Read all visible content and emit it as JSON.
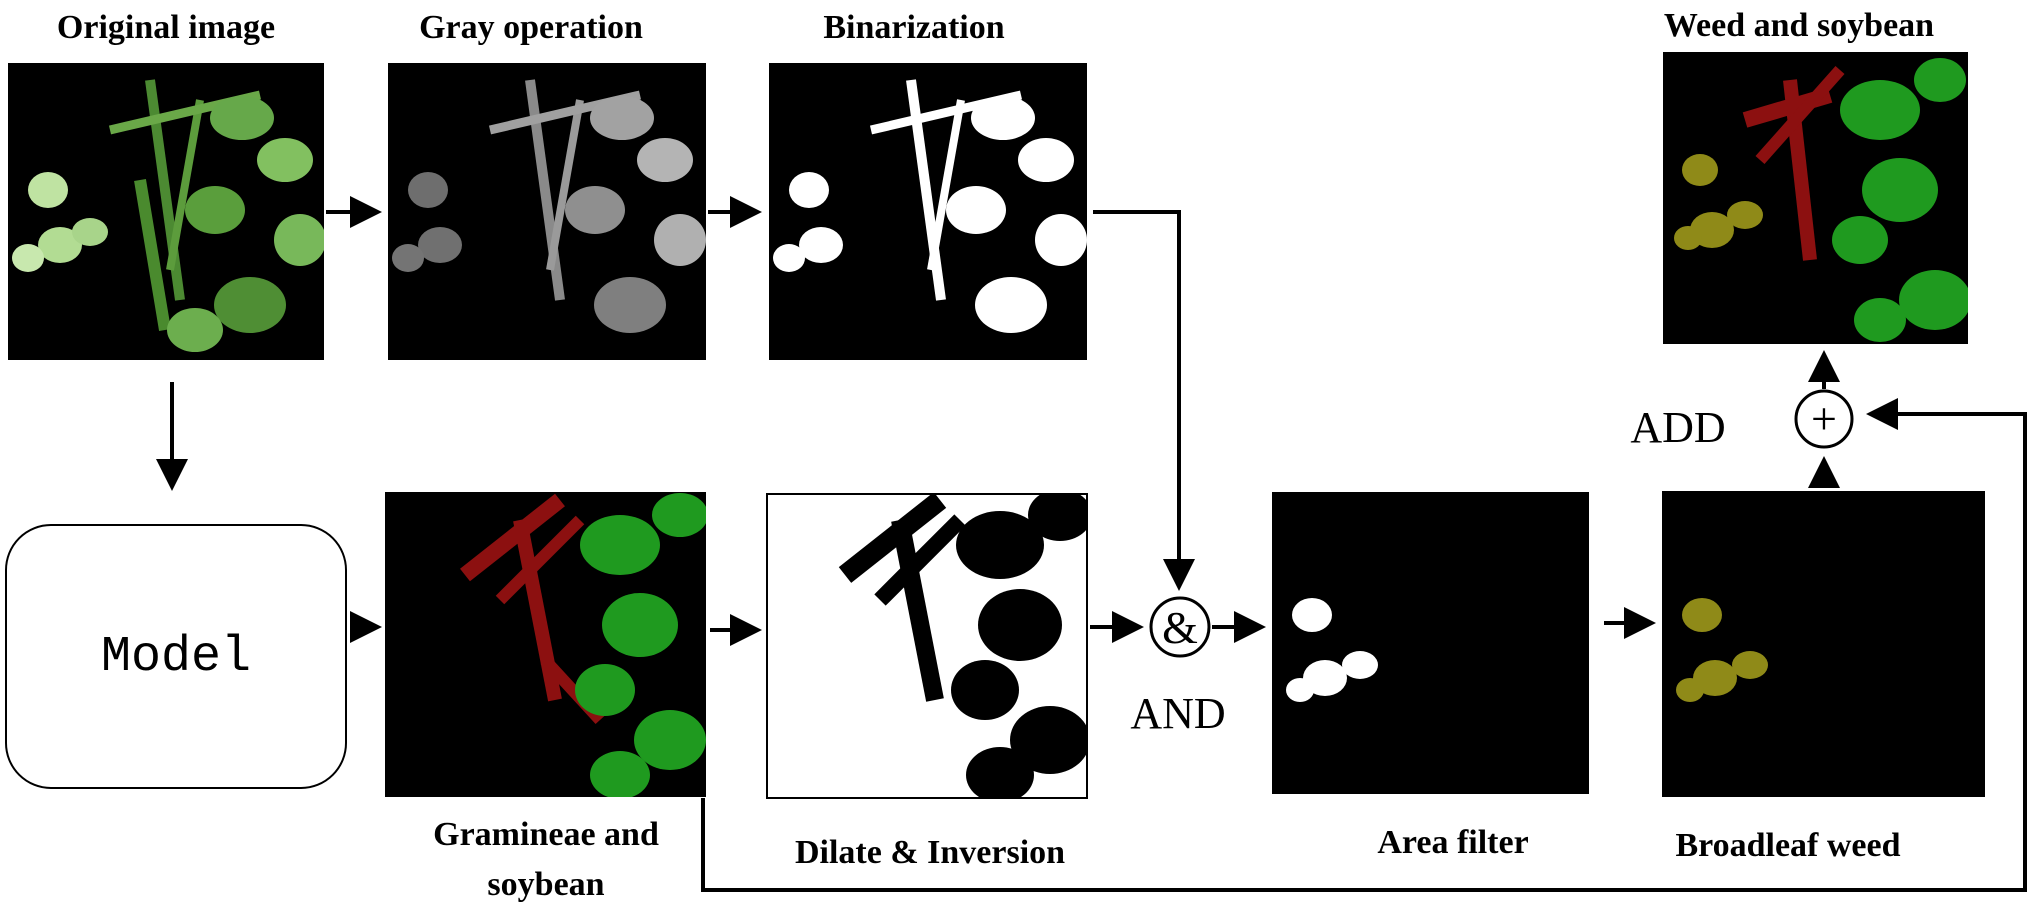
{
  "panels": {
    "original": {
      "label": "Original image"
    },
    "gray": {
      "label": "Gray operation"
    },
    "binary": {
      "label": "Binarization"
    },
    "result": {
      "label": "Weed and soybean"
    },
    "gramineae": {
      "label_line1": "Gramineae and",
      "label_line2": "soybean"
    },
    "dilate": {
      "label": "Dilate & Inversion"
    },
    "area": {
      "label": "Area filter"
    },
    "broadleaf": {
      "label": "Broadleaf weed"
    }
  },
  "model": {
    "label": "Model"
  },
  "operations": {
    "and": {
      "symbol": "&",
      "label": "AND"
    },
    "add": {
      "symbol": "+",
      "label": "ADD"
    }
  },
  "colors": {
    "background": "#000000",
    "soybean": "#1f9a1f",
    "gramineae_weed": "#8c1010",
    "broadleaf_weed": "#8f8a18",
    "leaf_light": "#a7d887",
    "leaf_dark": "#3f7d2a"
  }
}
